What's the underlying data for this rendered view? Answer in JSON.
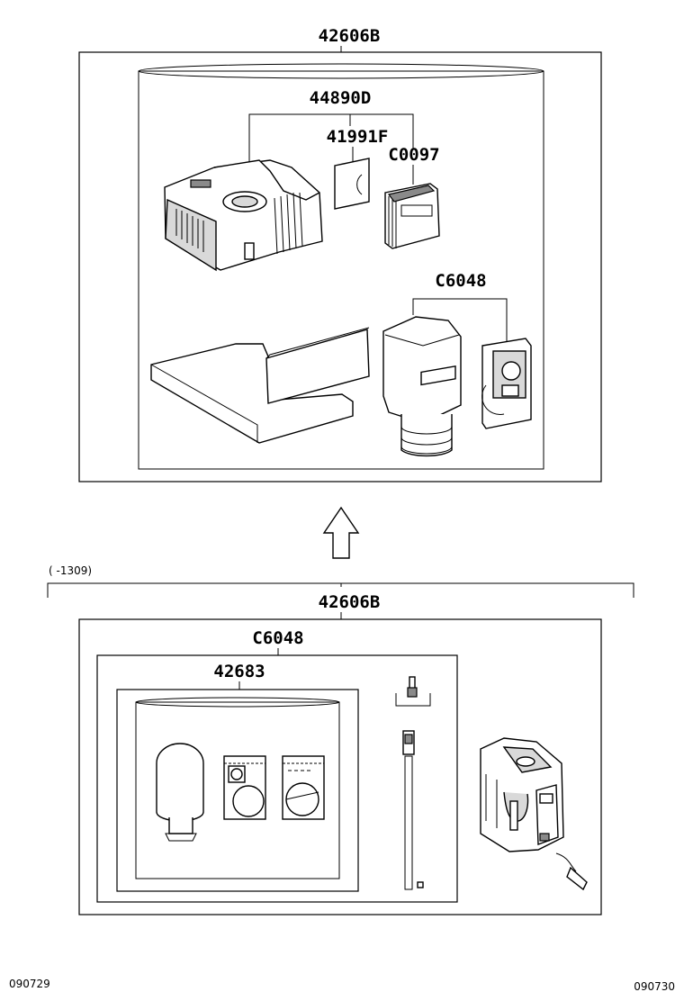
{
  "upper_group": {
    "label": "42606B",
    "items": {
      "kit": "44890D",
      "sticker": "41991F",
      "manual": "C0097",
      "bottle_set": "C6048"
    }
  },
  "lower_group": {
    "date_range": "(        -1309)",
    "label": "42606B",
    "sub_label": "C6048",
    "inner_label": "42683"
  },
  "footer": {
    "left_code": "090729",
    "right_code": "090730"
  }
}
